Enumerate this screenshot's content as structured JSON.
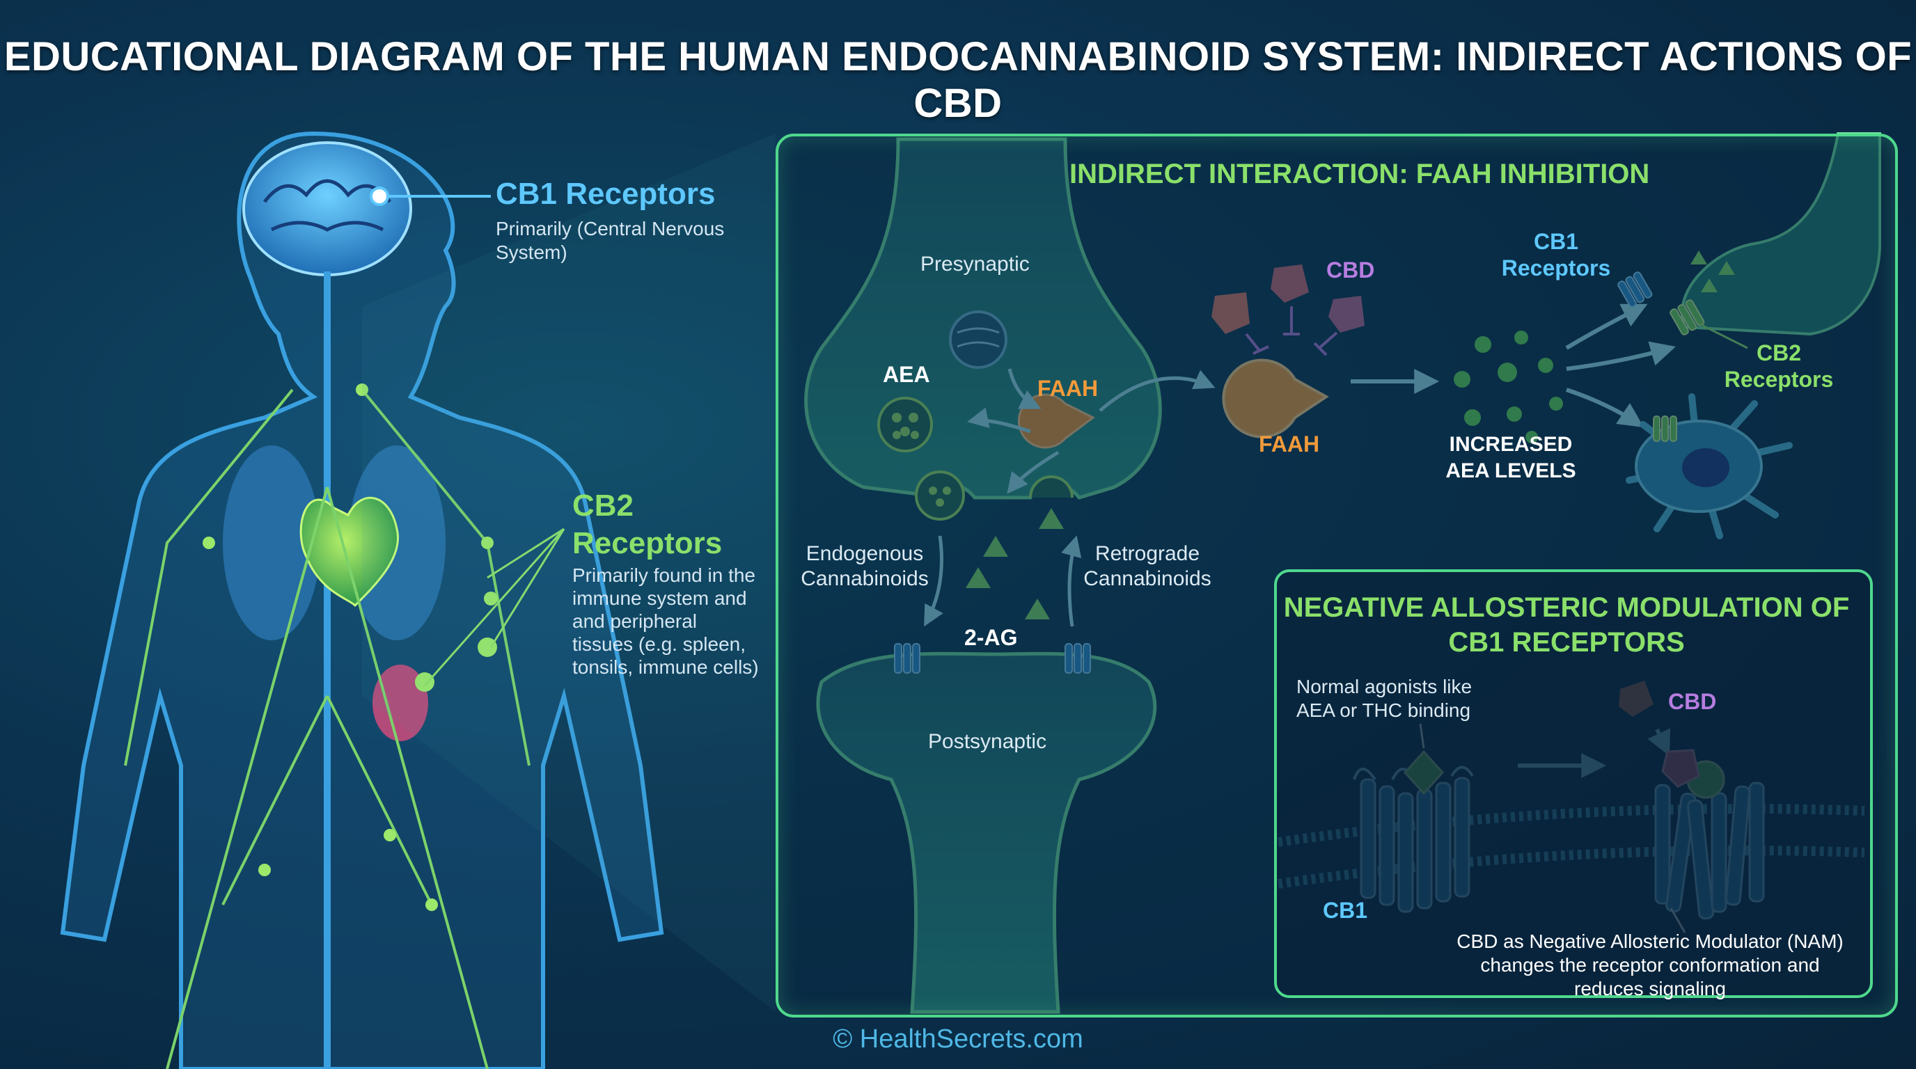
{
  "title": "EDUCATIONAL DIAGRAM OF THE HUMAN ENDOCANNABINOID SYSTEM: INDIRECT ACTIONS OF CBD",
  "body_map": {
    "cb1_label": "CB1 Receptors",
    "cb1_desc": "Primarily (Central Nervous System)",
    "cb2_label": "CB2 Receptors",
    "cb2_desc": "Primarily found in the immune system and and peripheral tissues (e.g. spleen, tonsils, immune cells)"
  },
  "synapse": {
    "header": "INDIRECT INTERACTION: FAAH INHIBITION",
    "presynaptic": "Presynaptic",
    "postsynaptic": "Postsynaptic",
    "aea": "AEA",
    "faah_enzyme": "FAAH",
    "two_ag": "2-AG",
    "endogenous": "Endogenous Cannabinoids",
    "retrograde": "Retrograde Cannabinoids"
  },
  "faah_inhibition": {
    "cbd": "CBD",
    "faah": "FAAH",
    "increased": "INCREASED AEA LEVELS",
    "cb1": "CB1 Receptors",
    "cb2": "CB2 Receptors"
  },
  "nam": {
    "header": "NEGATIVE ALLOSTERIC MODULATION OF CB1 RECEPTORS",
    "normal": "Normal agonists like AEA or THC binding",
    "cbd": "CBD",
    "cb1": "CB1",
    "desc": "CBD as Negative Allosteric Modulator (NAM) changes the receptor conformation and reduces signaling"
  },
  "footer": "© HealthSecrets.com",
  "colors": {
    "accent_green": "#8be06a",
    "accent_blue": "#5ec8ff",
    "faah_orange": "#f39a3a",
    "cbd_purple": "#b77de0"
  }
}
